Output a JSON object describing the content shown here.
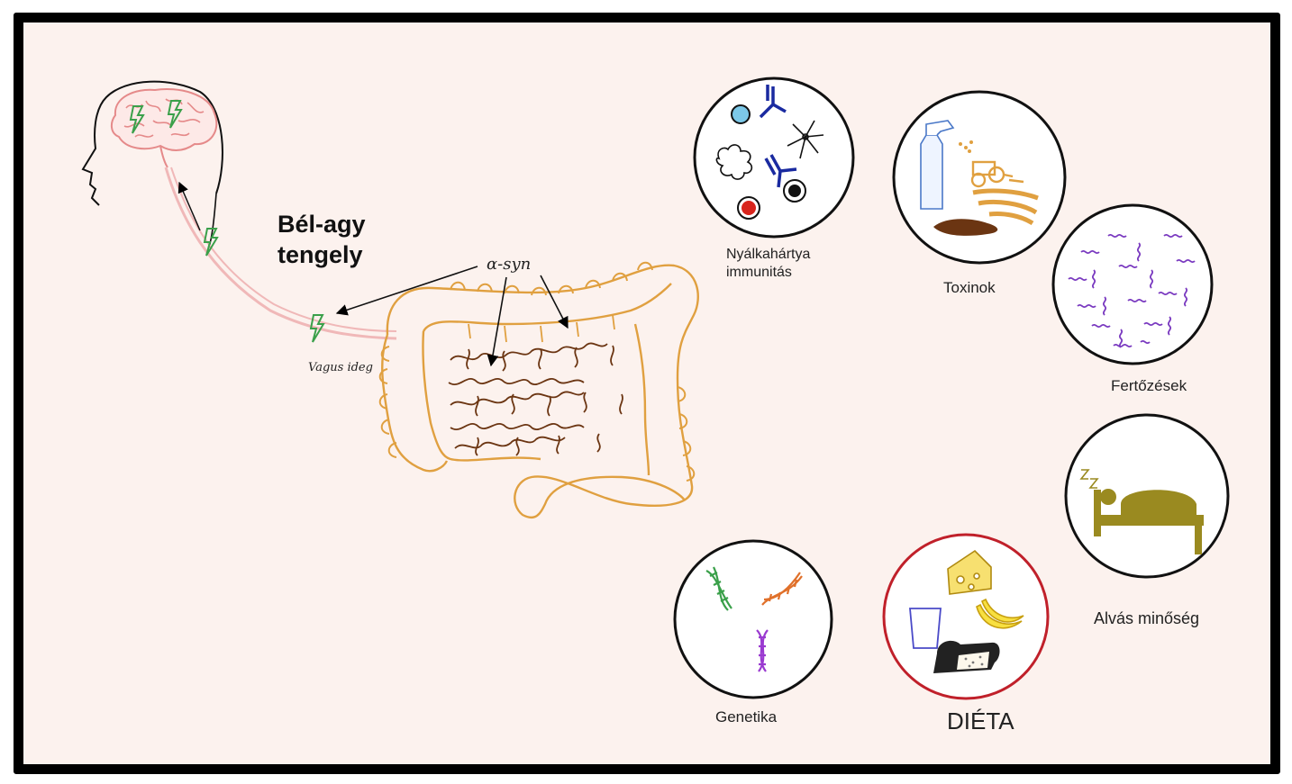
{
  "diagram": {
    "title": {
      "line1": "Bél-agy",
      "line2": "tengely"
    },
    "asyn_label": "α-syn",
    "vagus_label": "Vagus ideg",
    "factors": {
      "mucosal_immunity": {
        "line1": "Nyálkahártya",
        "line2": "immunitás"
      },
      "toxins": "Toxinok",
      "infections": "Fertőzések",
      "sleep_quality": "Alvás minőség",
      "genetics": "Genetika",
      "diet": "DIÉTA"
    },
    "colors": {
      "background": "#fcf2ee",
      "frame": "#000000",
      "brain": "#e58a8a",
      "nerve": "#f0b8b8",
      "lightning": "#3aa04a",
      "intestine_outline": "#e0a040",
      "intestine_folds": "#6b3512",
      "diet_circle": "#c0202a",
      "antibody": "#1a2aa0",
      "bacteria": "#7a3ac0",
      "sleep_icon": "#9a8a20"
    }
  }
}
